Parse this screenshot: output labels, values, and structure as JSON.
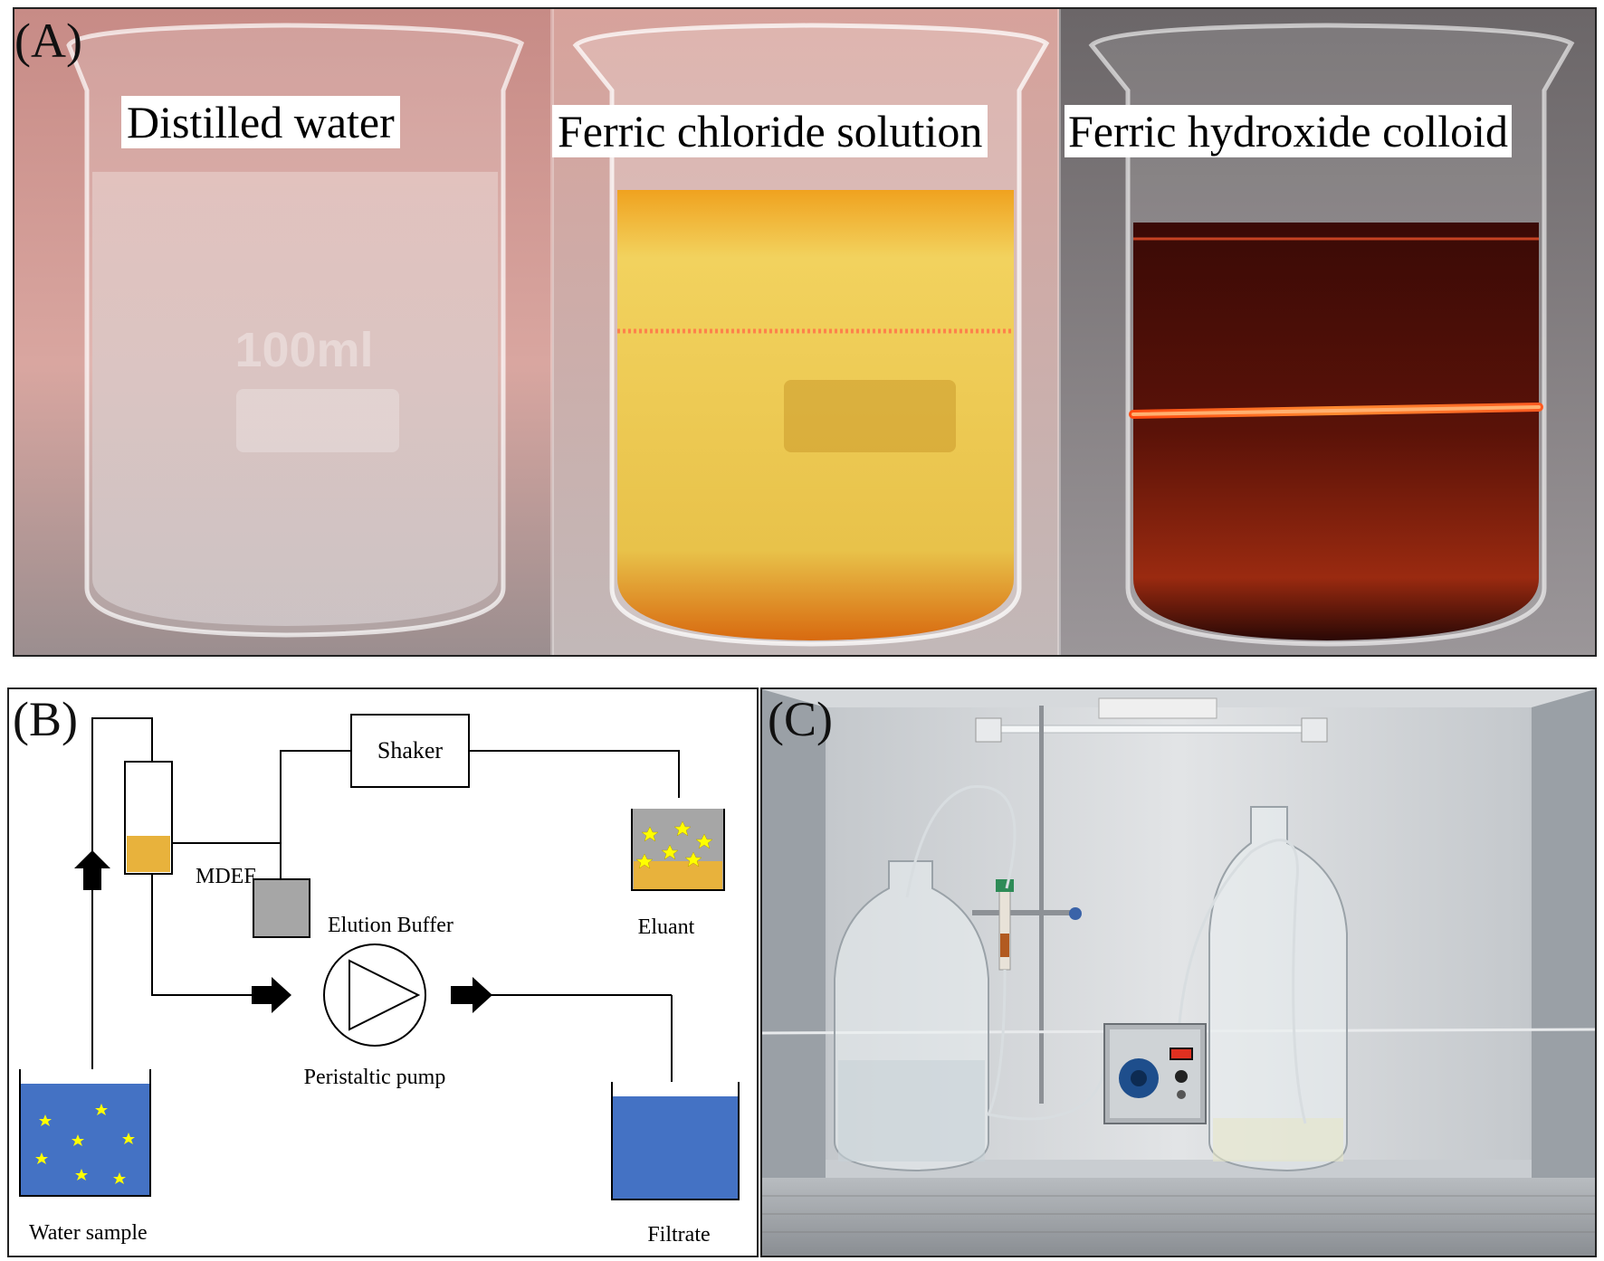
{
  "panel_a": {
    "letter": "(A)",
    "labels": [
      "Distilled water",
      "Ferric chloride solution",
      "Ferric hydroxide colloid"
    ]
  },
  "panel_b": {
    "letter": "(B)",
    "shaker": "Shaker",
    "mdef": "MDEF",
    "elution_buffer": "Elution Buffer",
    "eluant": "Eluant",
    "peristaltic_pump": "Peristaltic pump",
    "water_sample": "Water sample",
    "filtrate": "Filtrate"
  },
  "panel_c": {
    "letter": "(C)"
  },
  "colors": {
    "water_blue": "#4472c4",
    "particle_yellow": "#ffff00",
    "mdef_fill": "#e8b23c",
    "laser": "#ff7a2a",
    "ferric_chloride": "#e9c64a",
    "colloid": "#5a1208"
  }
}
